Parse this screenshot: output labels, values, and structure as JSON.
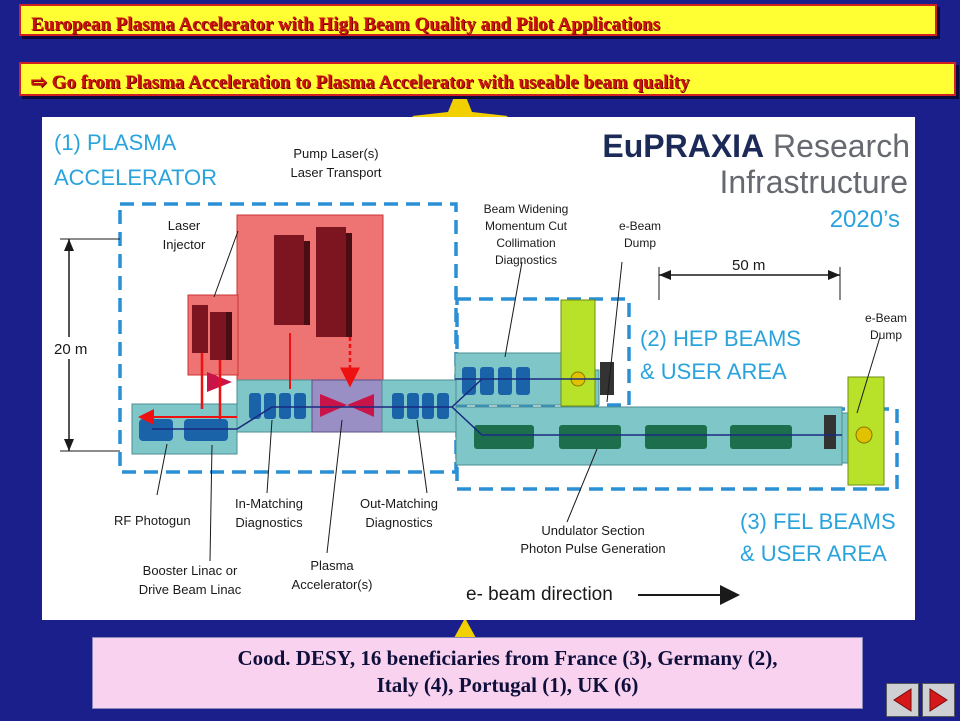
{
  "slide": {
    "title": "European Plasma Accelerator with High Beam Quality and Pilot Applications",
    "subtitle": "⇨ Go from Plasma Acceleration to Plasma Accelerator with useable beam quality",
    "caption_line1": "Cood. DESY, 16 beneficiaries from France (3), Germany (2),",
    "caption_line2": "Italy (4), Portugal (1), UK (6)"
  },
  "diagram": {
    "heading_1": "(1) PLASMA",
    "heading_1b": "ACCELERATOR",
    "title_brand": "EuPRAXIA",
    "title_rest": " Research",
    "title_line2": "Infrastructure",
    "title_line3": "2020’s",
    "area_2_line1": "(2) HEP BEAMS",
    "area_2_line2": "& USER AREA",
    "area_3_line1": "(3) FEL BEAMS",
    "area_3_line2": "& USER AREA",
    "pump_laser_1": "Pump Laser(s)",
    "pump_laser_2": "Laser Transport",
    "laser_injector_1": "Laser",
    "laser_injector_2": "Injector",
    "beam_widening_1": "Beam Widening",
    "beam_widening_2": "Momentum Cut",
    "beam_widening_3": "Collimation",
    "beam_widening_4": "Diagnostics",
    "dump1_1": "e-Beam",
    "dump1_2": "Dump",
    "dump2_1": "e-Beam",
    "dump2_2": "Dump",
    "dist_50m": "50 m",
    "dist_20m": "20 m",
    "rf_photogun": "RF Photogun",
    "in_matching_1": "In-Matching",
    "in_matching_2": "Diagnostics",
    "out_matching_1": "Out-Matching",
    "out_matching_2": "Diagnostics",
    "undulator_1": "Undulator Section",
    "undulator_2": "Photon Pulse Generation",
    "booster_1": "Booster Linac or",
    "booster_2": "Drive Beam Linac",
    "plasma_acc_1": "Plasma",
    "plasma_acc_2": "Accelerator(s)",
    "beam_direction": "e- beam direction"
  },
  "colors": {
    "background": "#1a1f8c",
    "banner_fill": "#ffff33",
    "banner_text": "#cc1111",
    "dash_blue": "#2b8fd6",
    "teal_block": "#7fc6c8",
    "red_block": "#ee7373",
    "green_dump": "#b8e22a"
  },
  "icons": {
    "nav_prev": "nav-prev-icon",
    "nav_next": "nav-next-icon"
  }
}
